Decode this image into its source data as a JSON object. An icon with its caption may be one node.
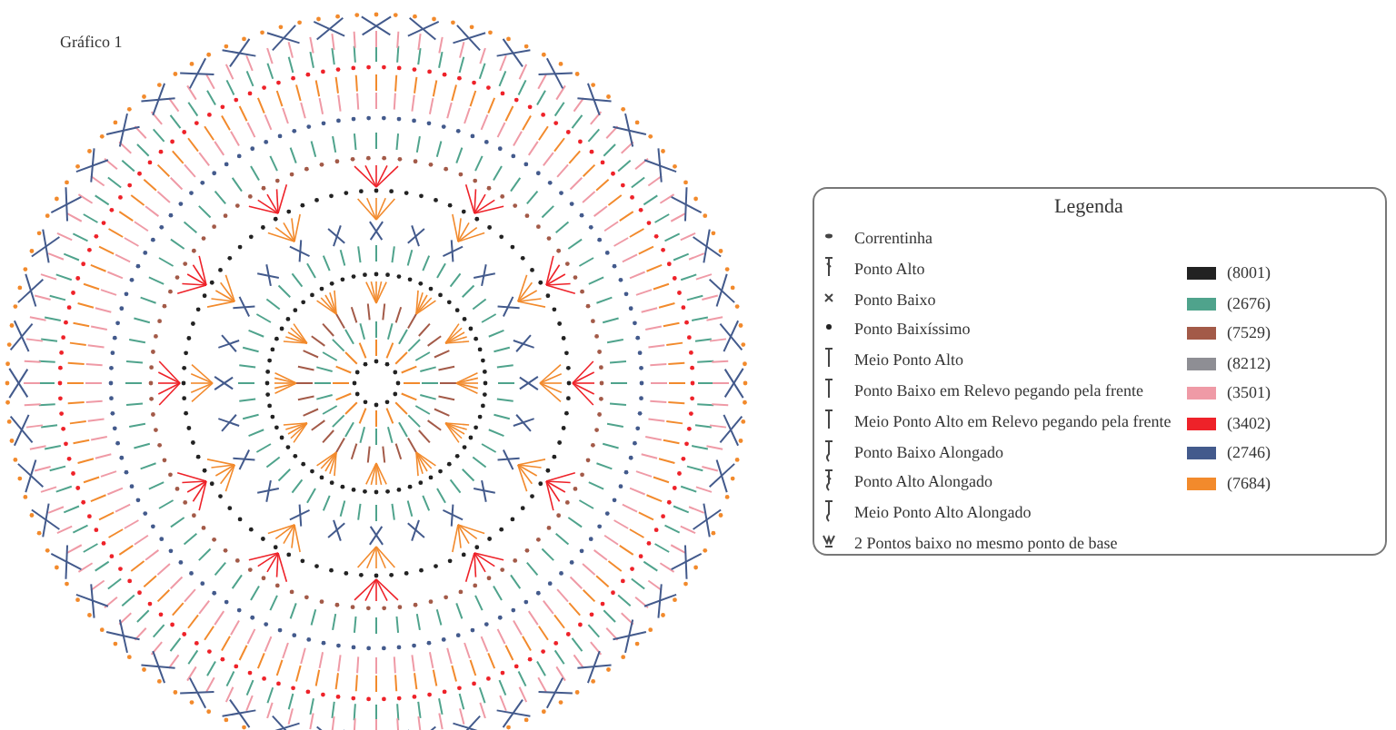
{
  "diagram": {
    "title": "Gráfico 1",
    "labels": [
      "Legenda"
    ],
    "legend": [
      {
        "text": "Correntinha"
      },
      {
        "text": "Ponto Alto"
      },
      {
        "text": "Ponto Baixo"
      },
      {
        "text": "Ponto Baixíssimo"
      },
      {
        "text": "Meio Ponto Alto"
      },
      {
        "text": "Ponto Baixo em Relevo pegando pela frente"
      },
      {
        "text": "Meio Ponto Alto em Relevo pegando pela frente"
      },
      {
        "text": "Ponto Baixo Alongado"
      },
      {
        "text": "Ponto Alto Alongado"
      },
      {
        "text": "Meio Ponto Alto Alongado"
      },
      {
        "text": "2 Pontos baixo no mesmo ponto de base"
      },
      {
        "text": "(8001)",
        "color": "#222222"
      },
      {
        "text": "(2676)",
        "color": "#4fa38c"
      },
      {
        "text": "(7529)",
        "color": "#a35a48"
      },
      {
        "text": "(8212)",
        "color": "#8e8e94"
      },
      {
        "text": "(3501)",
        "color": "#ef9aa6"
      },
      {
        "text": "(3402)",
        "color": "#ee2229"
      },
      {
        "text": "(2746)",
        "color": "#435a8c"
      },
      {
        "text": "(7684)",
        "color": "#f28a2c"
      }
    ]
  }
}
